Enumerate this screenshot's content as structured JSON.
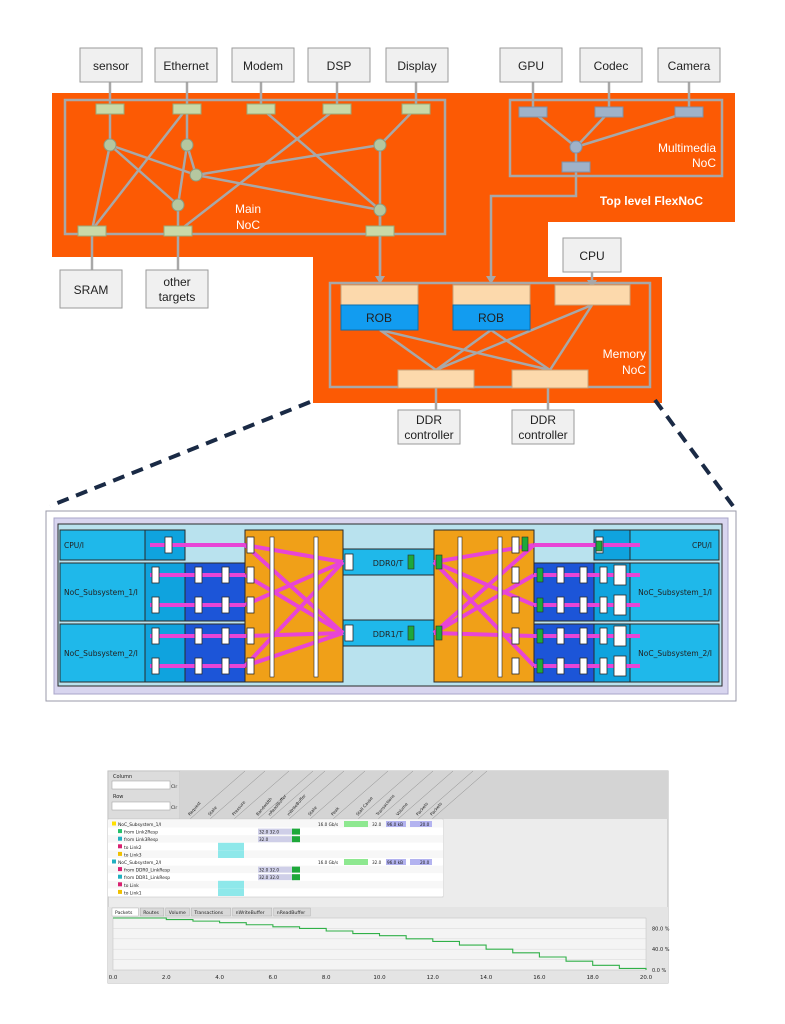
{
  "top": {
    "initiators": [
      "sensor",
      "Ethernet",
      "Modem",
      "DSP",
      "Display"
    ],
    "media_initiators": [
      "GPU",
      "Codec",
      "Camera"
    ],
    "cpu": "CPU",
    "targets": [
      "SRAM",
      "other",
      "targets"
    ],
    "main_noc": [
      "Main",
      "NoC"
    ],
    "multimedia_noc": [
      "Multimedia",
      "NoC"
    ],
    "top_level": "Top level FlexNoC",
    "memory_noc": [
      "Memory",
      "NoC"
    ],
    "rob": "ROB",
    "ddr_controller": [
      "DDR",
      "controller"
    ]
  },
  "colors": {
    "orange": "#fc5a04",
    "gray_box": "#f0f0f0",
    "peach": "#fcd9ac",
    "cyan": "#129cf0",
    "dark": "#1a2a45"
  },
  "detail": {
    "cpu_left": "CPU/I",
    "cpu_right": "CPU/I",
    "sub1_left": "NoC_Subsystem_1/I",
    "sub1_right": "NoC_Subsystem_1/I",
    "sub2_left": "NoC_Subsystem_2/I",
    "sub2_right": "NoC_Subsystem_2/I",
    "ddr0": "DDR0/T",
    "ddr1": "DDR1/T"
  },
  "panel": {
    "filter_column": "Column",
    "filter_row": "Row",
    "clr": "Clr",
    "headers": [
      "Request",
      "State",
      "Pressure",
      "Bandwidth",
      "nReadBuffer",
      "nWriteBuffer",
      "State",
      "Peak",
      "Stall Cause",
      "Transactions",
      "Volume",
      "Packets",
      "Packets"
    ],
    "rows": [
      {
        "name": "NoC_Subsystem_1/I",
        "c1": "",
        "c2": "16.0 Gb/s",
        "c3": "32.0",
        "c4": "96.0 kB",
        "c5": "20.0"
      },
      {
        "name": "from Link2Resp",
        "c1": "32.0  32.0"
      },
      {
        "name": "from Link3Resp",
        "c1": "32.0"
      },
      {
        "name": "to Link2"
      },
      {
        "name": "to Link3"
      },
      {
        "name": "NoC_Subsystem_2/I",
        "c1": "",
        "c2": "16.0 Gb/s",
        "c3": "32.0",
        "c4": "96.0 kB",
        "c5": "20.0"
      },
      {
        "name": "from DDR0_LinkResp",
        "c1": "32.0  32.0"
      },
      {
        "name": "from DDR1_LinkResp",
        "c1": "32.0  32.0"
      },
      {
        "name": "to Link"
      },
      {
        "name": "to Link1"
      }
    ],
    "tabs": [
      "Packets",
      "Routes",
      "Volume",
      "Transactions",
      "nWriteBuffer",
      "nReadBuffer"
    ],
    "chart_data": {
      "type": "line",
      "x_ticks": [
        "0.0",
        "2.0",
        "4.0",
        "6.0",
        "8.0",
        "10.0",
        "12.0",
        "14.0",
        "16.0",
        "18.0",
        "20.0"
      ],
      "y_ticks": [
        "80.0 %",
        "40.0 %",
        "0.0 %"
      ],
      "xlim": [
        0,
        20
      ],
      "ylim": [
        0,
        100
      ],
      "series": [
        {
          "x": [
            0,
            1,
            2,
            3,
            4,
            5,
            6,
            7,
            8,
            9,
            10,
            11,
            12,
            13,
            14,
            15,
            16,
            17,
            18,
            19,
            20
          ],
          "values": [
            100,
            100,
            97,
            94,
            91,
            87,
            83,
            80,
            75,
            70,
            66,
            60,
            55,
            48,
            40,
            33,
            25,
            17,
            9,
            3,
            0
          ]
        }
      ]
    }
  }
}
